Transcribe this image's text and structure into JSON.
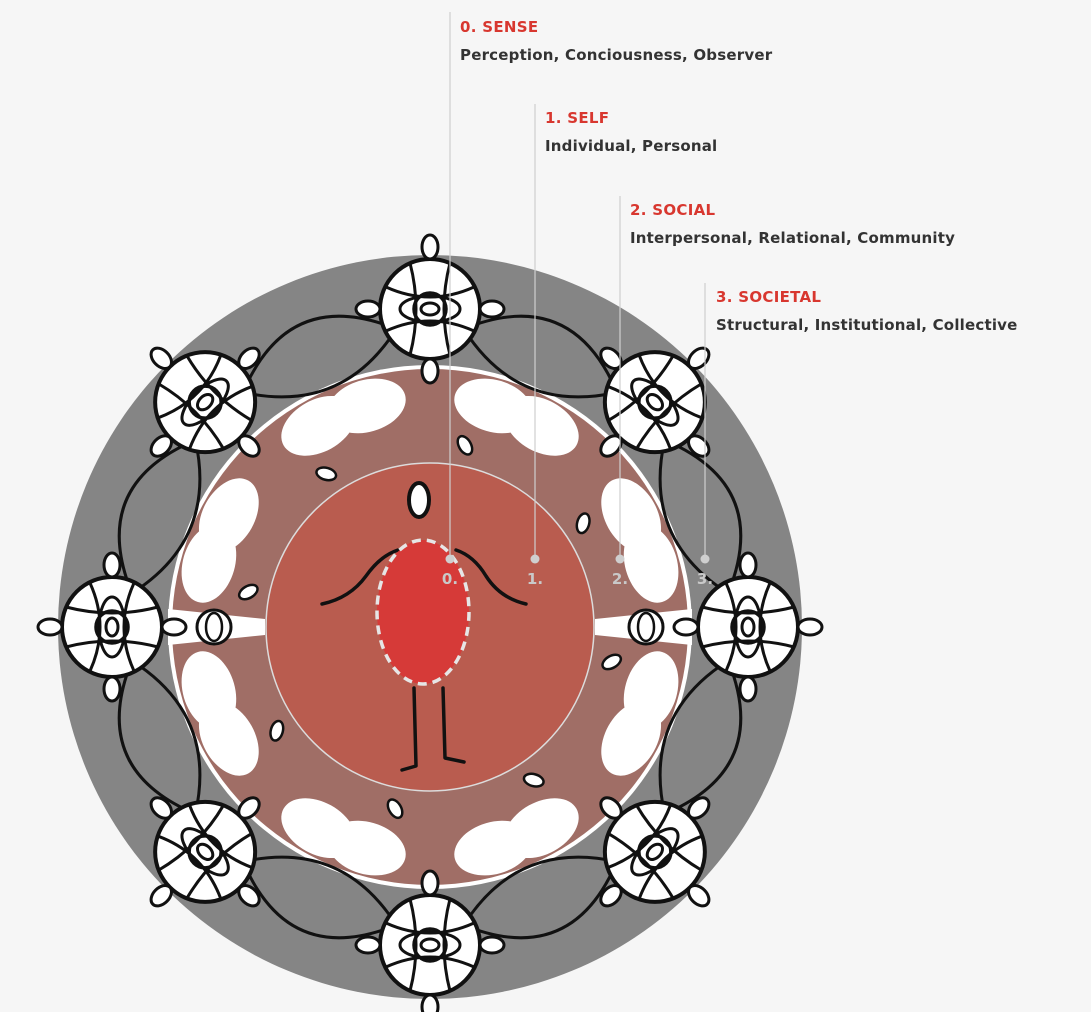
{
  "levels": [
    {
      "title": "0. SENSE",
      "desc": "Perception, Conciousness, Observer",
      "marker": "0."
    },
    {
      "title": "1. SELF",
      "desc": "Individual, Personal",
      "marker": "1."
    },
    {
      "title": "2. SOCIAL",
      "desc": "Interpersonal, Relational, Community",
      "marker": "2."
    },
    {
      "title": "3. SOCIETAL",
      "desc": "Structural, Institutional, Collective",
      "marker": "3."
    }
  ],
  "colors": {
    "outer_ring": "#858585",
    "middle_ring": "#a06e66",
    "inner_circle": "#b95c4f",
    "core": "#d63a38",
    "title_red": "#d8372f",
    "leader_line": "#cfcfcf"
  },
  "icons": [
    "human-figure-icon",
    "community-circle-icon"
  ]
}
